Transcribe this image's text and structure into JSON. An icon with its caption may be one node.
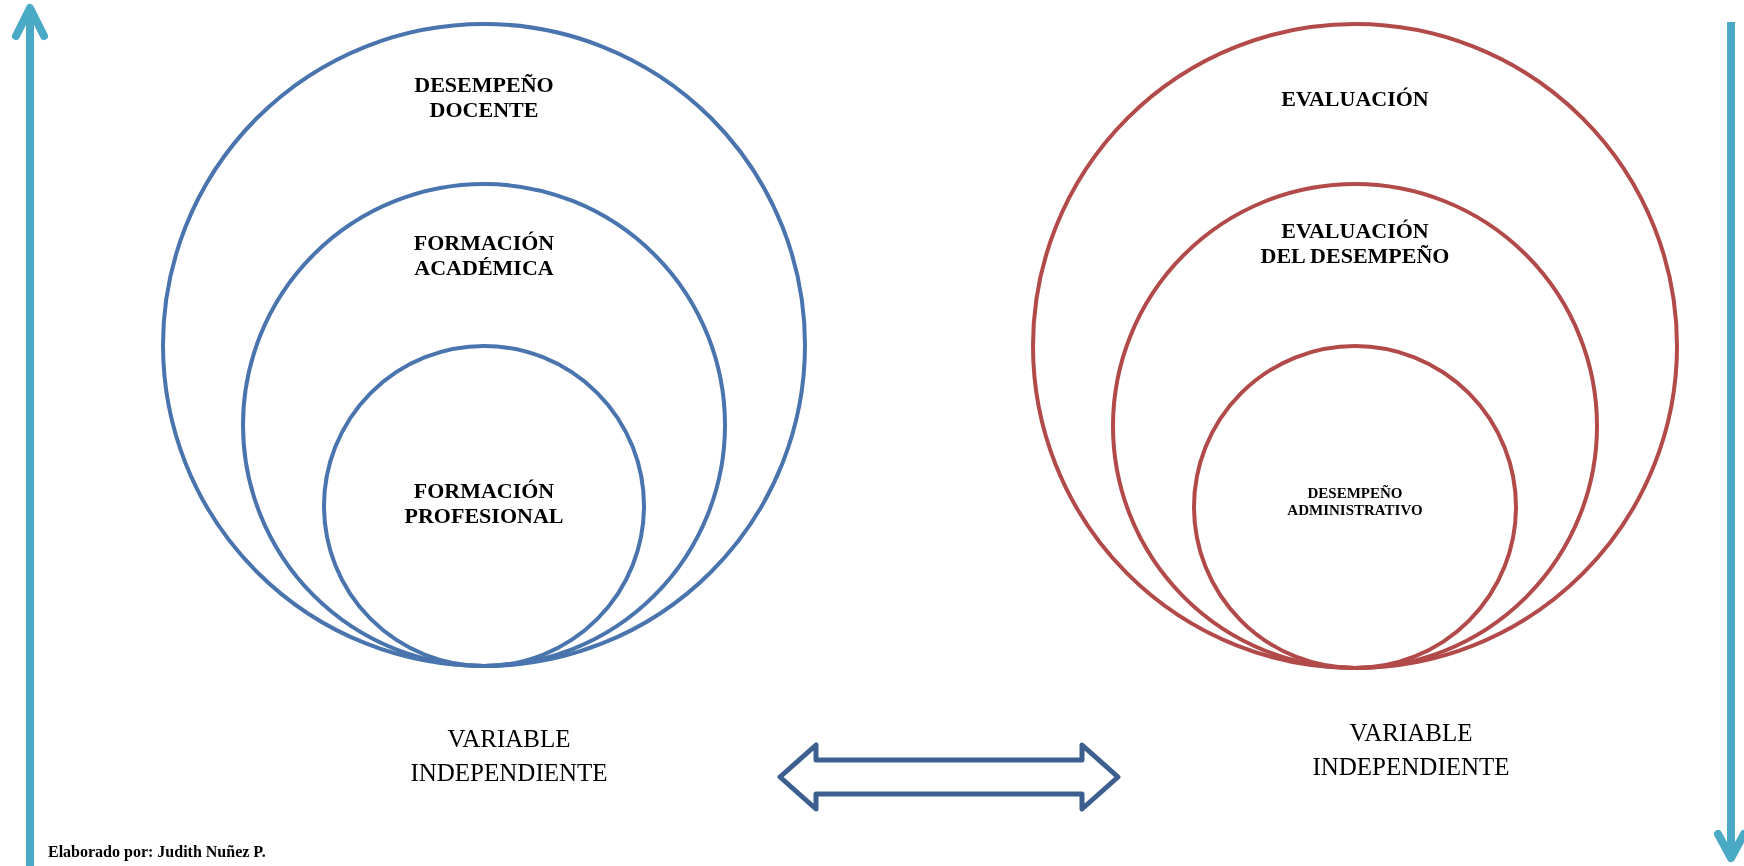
{
  "diagram": {
    "nodes": [
      {
        "text": [
          "DESEMPEÑO DOCENTE"
        ]
      },
      {
        "text": [
          "FORMACIÓN ACADÉMICA"
        ],
        "in": 0
      },
      {
        "text": [
          "FORMACIÓN PROFESIONAL"
        ],
        "in": 1
      },
      {
        "text": [
          "EVALUACIÓN"
        ]
      },
      {
        "text": [
          "EVALUACIÓN DEL DESEMPEÑO"
        ],
        "in": 3
      },
      {
        "text": [
          "DESEMPEÑO ADMINISTRATIVO"
        ],
        "in": 4
      },
      {
        "text": [
          "VARIABLE INDEPENDIENTE"
        ]
      },
      {
        "text": [
          "VARIABLE INDEPENDIENTE"
        ]
      }
    ],
    "edges": [
      {
        "from": 6,
        "to": 7,
        "arrow": "both"
      }
    ],
    "labels": [
      "Elaborado por: Judith Nuñez P."
    ]
  }
}
